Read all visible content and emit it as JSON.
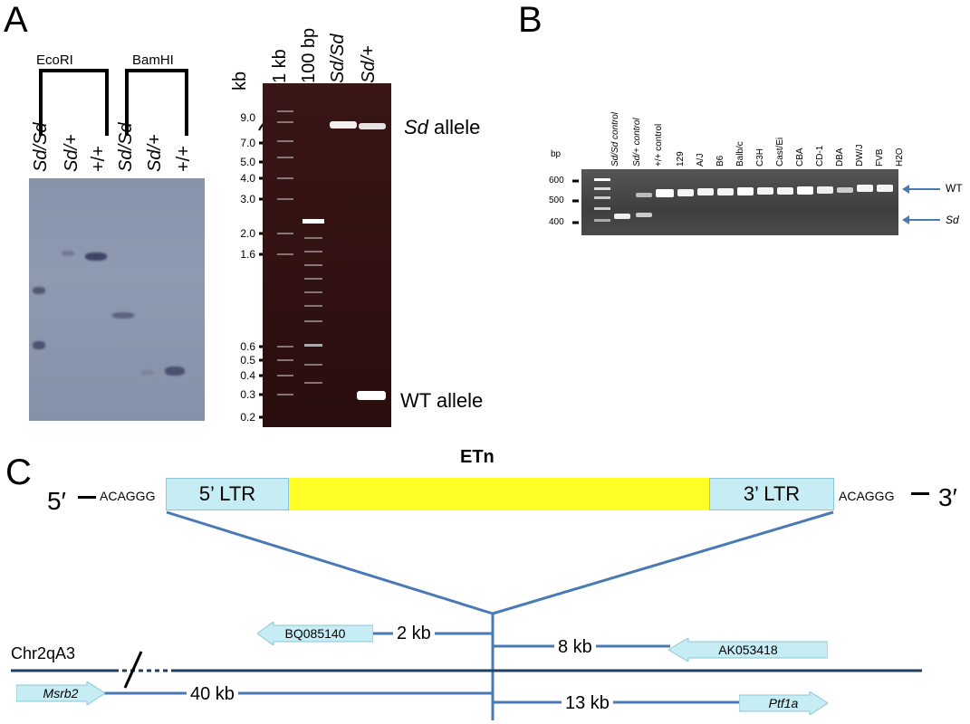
{
  "panels": {
    "a": "A",
    "b": "B",
    "c": "C"
  },
  "southern": {
    "enzymes": [
      "EcoRI",
      "BamHI"
    ],
    "lanes": [
      "Sd/Sd",
      "Sd/+",
      "+/+",
      "Sd/Sd",
      "Sd/+",
      "+/+"
    ]
  },
  "pcr_gel": {
    "unit": "kb",
    "lanes": [
      "1 kb",
      "100 bp",
      "Sd/Sd",
      "Sd/+"
    ],
    "ticks": [
      "9.0",
      "7.0",
      "5.0",
      "4.0",
      "3.0",
      "2.0",
      "1.6",
      "0.6",
      "0.5",
      "0.4",
      "0.3",
      "0.2"
    ],
    "band_sd_prefix": "Sd",
    "band_sd_suffix": " allele",
    "band_wt": "WT allele"
  },
  "strain_gel": {
    "unit": "bp",
    "ticks": [
      "600",
      "500",
      "400"
    ],
    "lanes": [
      "Sd/Sd control",
      "Sd/+ control",
      "+/+ control",
      "129",
      "A/J",
      "B6",
      "Balb/c",
      "C3H",
      "Cast/Ei",
      "CBA",
      "CD-1",
      "DBA",
      "DW/J",
      "FVB",
      "H2O"
    ],
    "arrow_wt": "WT",
    "arrow_sd": "Sd"
  },
  "diagram": {
    "element": "ETn",
    "left_end": "5′",
    "right_end": "3′",
    "left_seq": "ACAGGG",
    "right_seq": "ACAGGG",
    "ltr5": "5’ LTR",
    "ltr3": "3’ LTR",
    "chromosome": "Chr2qA3",
    "genes": {
      "bq": "BQ085140",
      "ak": "AK053418",
      "msrb2": "Msrb2",
      "ptf1a": "Ptf1a"
    },
    "distances": {
      "bq": "2 kb",
      "ak": "8 kb",
      "msrb2": "40 kb",
      "ptf1a": "13 kb"
    },
    "colors": {
      "ltr": "#c6ecf4",
      "etn_body": "#ffff26",
      "line": "#4a7ab5",
      "chrom": "#1f3f66"
    }
  }
}
